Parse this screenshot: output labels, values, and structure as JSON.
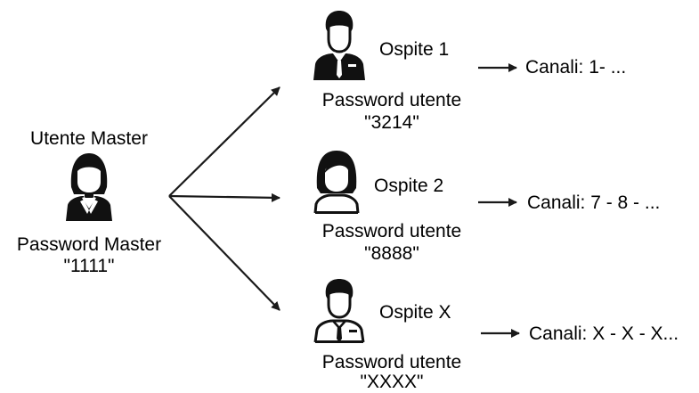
{
  "master": {
    "title": "Utente Master",
    "password_label": "Password Master",
    "password_value": "\"1111\""
  },
  "guests": [
    {
      "name": "Ospite 1",
      "password_label": "Password utente",
      "password_value": "\"3214\"",
      "channels": "Canali: 1- ..."
    },
    {
      "name": "Ospite 2",
      "password_label": "Password utente",
      "password_value": "\"8888\"",
      "channels": "Canali: 7 - 8 - ..."
    },
    {
      "name": "Ospite X",
      "password_label": "Password utente",
      "password_value": "\"XXXX\"",
      "channels": "Canali: X - X - X..."
    }
  ],
  "icons": {
    "master": "female-user-icon",
    "guest_1": "businessman-icon",
    "guest_2": "female-user-icon",
    "guest_x": "businessman-icon"
  }
}
